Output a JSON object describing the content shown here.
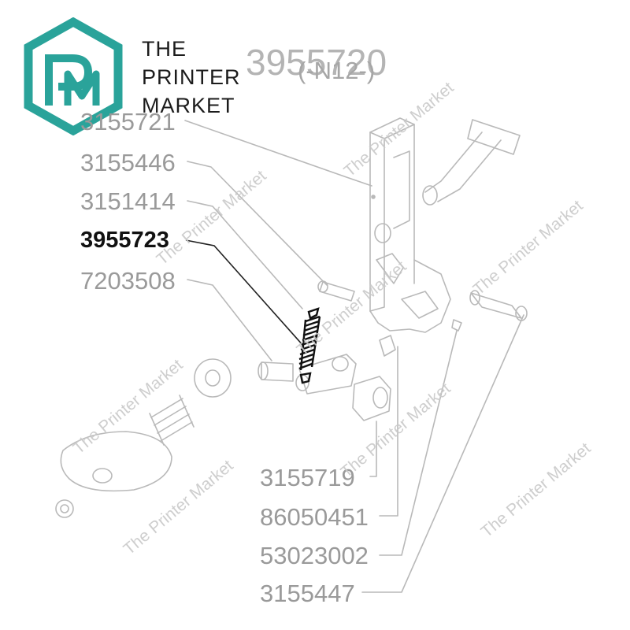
{
  "brand": {
    "line1": "THE",
    "line2": "PRINTER",
    "line3": "MARKET",
    "accent_color": "#2aa39a",
    "logo_icon": "hexagon-pm-logo"
  },
  "assembly": {
    "number": "3955720",
    "variant": "(-N12-)"
  },
  "parts": {
    "p1": "3155721",
    "p2": "3155446",
    "p3": "3151414",
    "p4": "3955723",
    "p5": "7203508",
    "p6": "3155719",
    "p7": "86050451",
    "p8": "53023002",
    "p9": "3155447"
  },
  "highlighted_part": "3955723",
  "watermark": "The Printer Market"
}
